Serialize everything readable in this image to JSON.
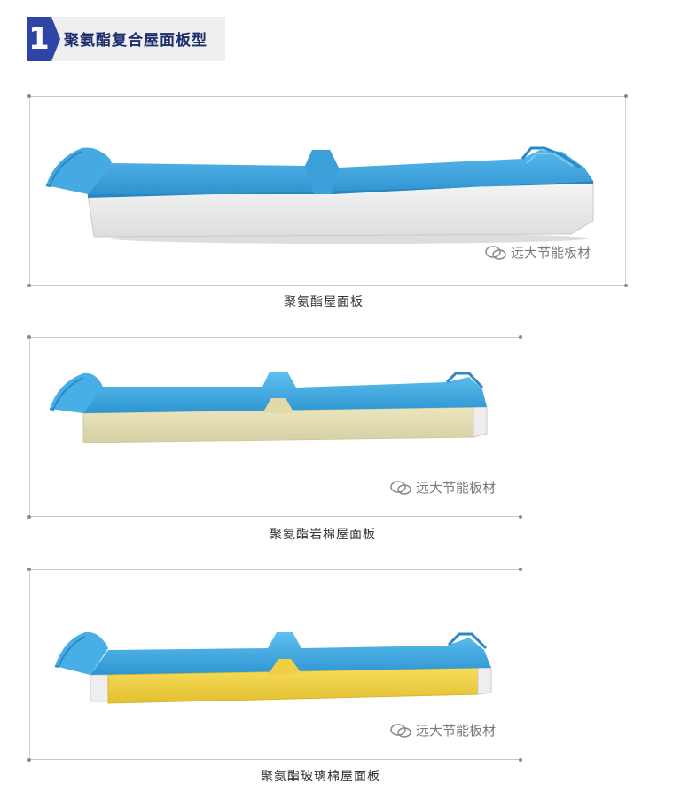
{
  "section": {
    "number": "1",
    "title": "聚氨酯复合屋面板型",
    "accent_color": "#2f45a6"
  },
  "panels": [
    {
      "caption": "聚氨酯屋面板",
      "watermark": "远大节能板材",
      "core_color": "#eef0ee",
      "skin_color": "#3aa2dc"
    },
    {
      "caption": "聚氨酯岩棉屋面板",
      "watermark": "远大节能板材",
      "core_color": "#e8e2b8",
      "skin_color": "#3aa2dc"
    },
    {
      "caption": "聚氨酯玻璃棉屋面板",
      "watermark": "远大节能板材",
      "core_color": "#f2d34a",
      "skin_color": "#3aa2dc"
    }
  ],
  "icons": {
    "watermark_icon": "wechat-icon"
  }
}
